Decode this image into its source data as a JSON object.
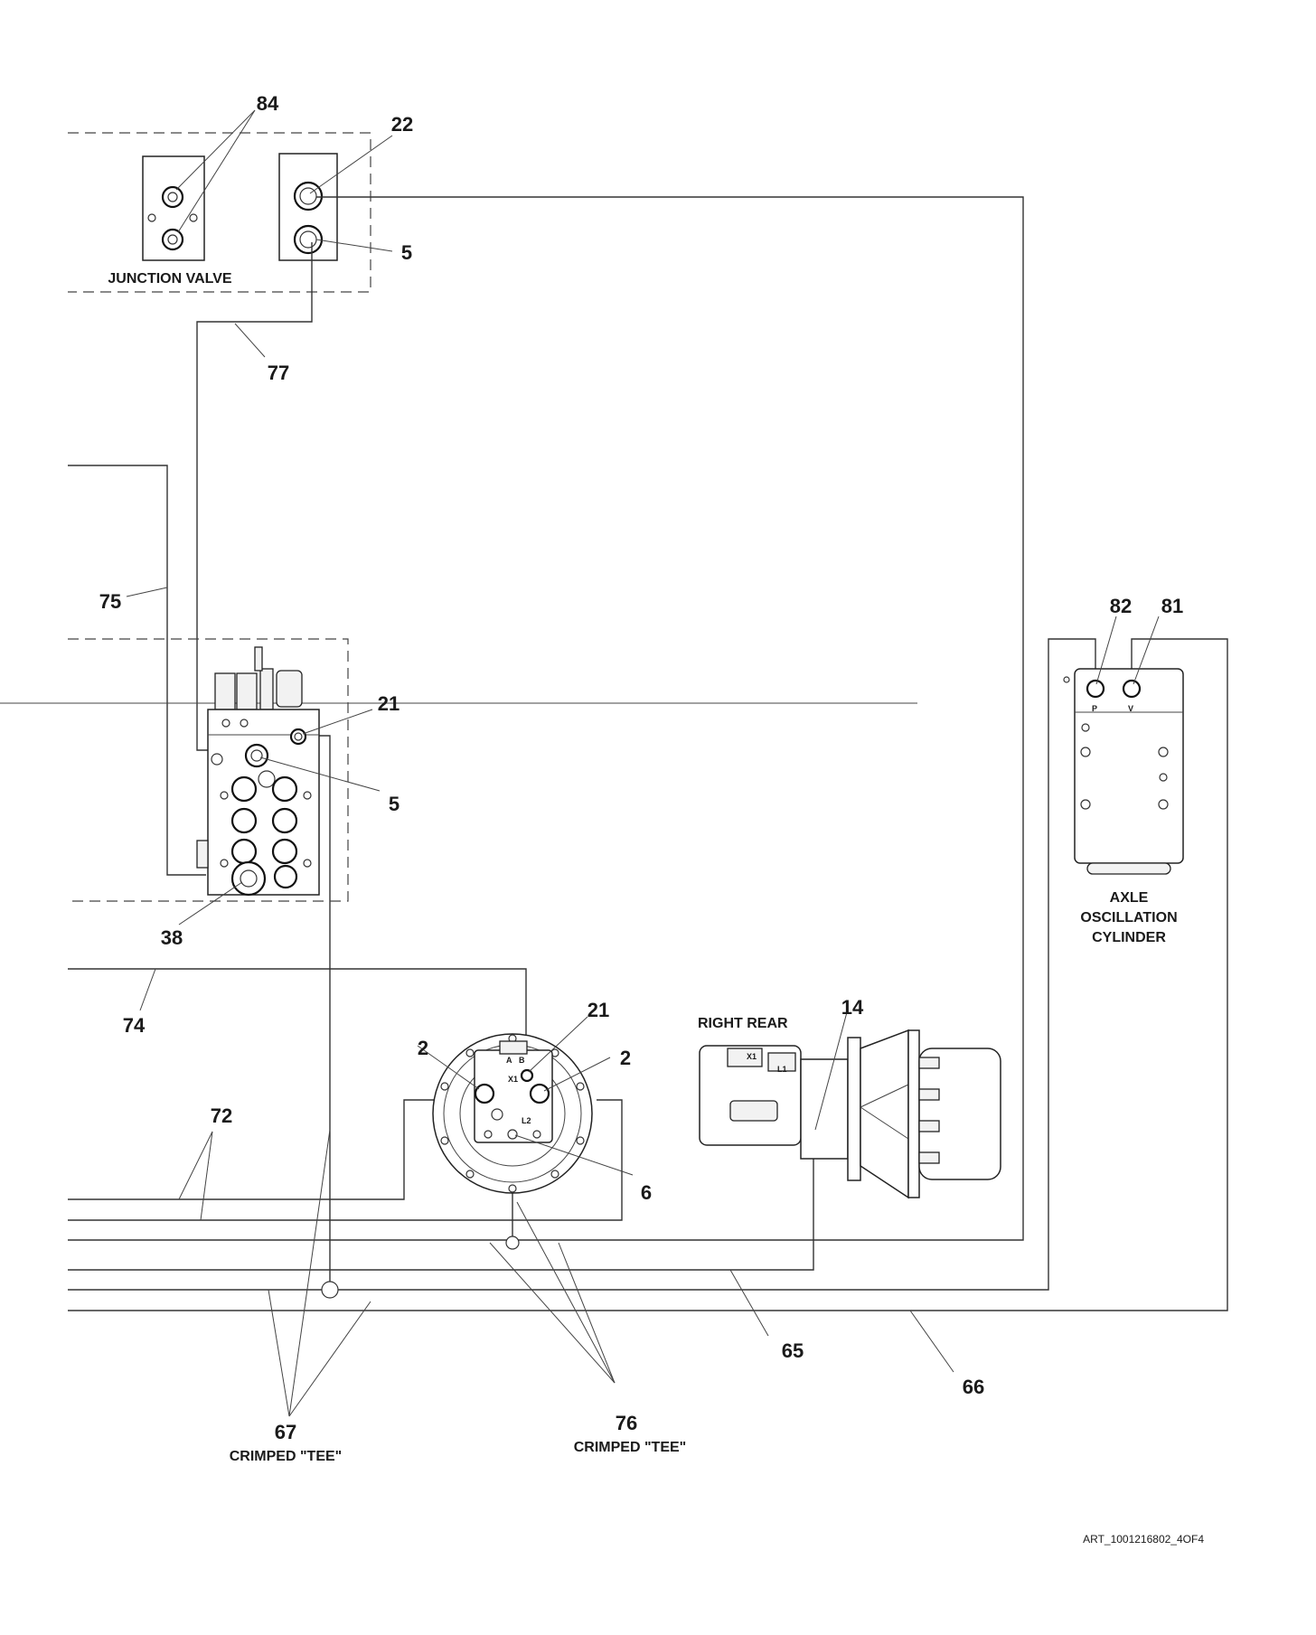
{
  "callouts": {
    "c84": "84",
    "c22": "22",
    "c5a": "5",
    "c77": "77",
    "c75": "75",
    "c21a": "21",
    "c5b": "5",
    "c38": "38",
    "c74": "74",
    "c21b": "21",
    "c2a": "2",
    "c2b": "2",
    "c14": "14",
    "c72": "72",
    "c6": "6",
    "c82": "82",
    "c81": "81",
    "c65": "65",
    "c66": "66",
    "c67": "67",
    "c76": "76"
  },
  "labels": {
    "junction_valve": "JUNCTION VALVE",
    "right_rear": "RIGHT REAR",
    "axle_line1": "AXLE",
    "axle_line2": "OSCILLATION",
    "axle_line3": "CYLINDER",
    "crimped_tee_67": "CRIMPED \"TEE\"",
    "crimped_tee_76": "CRIMPED \"TEE\""
  },
  "port_marks": {
    "A": "A",
    "B": "B",
    "X1": "X1",
    "L2": "L2",
    "rr_X1": "X1",
    "rr_L1": "L1",
    "P": "P",
    "V": "V"
  },
  "art_number": "ART_1001216802_4OF4"
}
